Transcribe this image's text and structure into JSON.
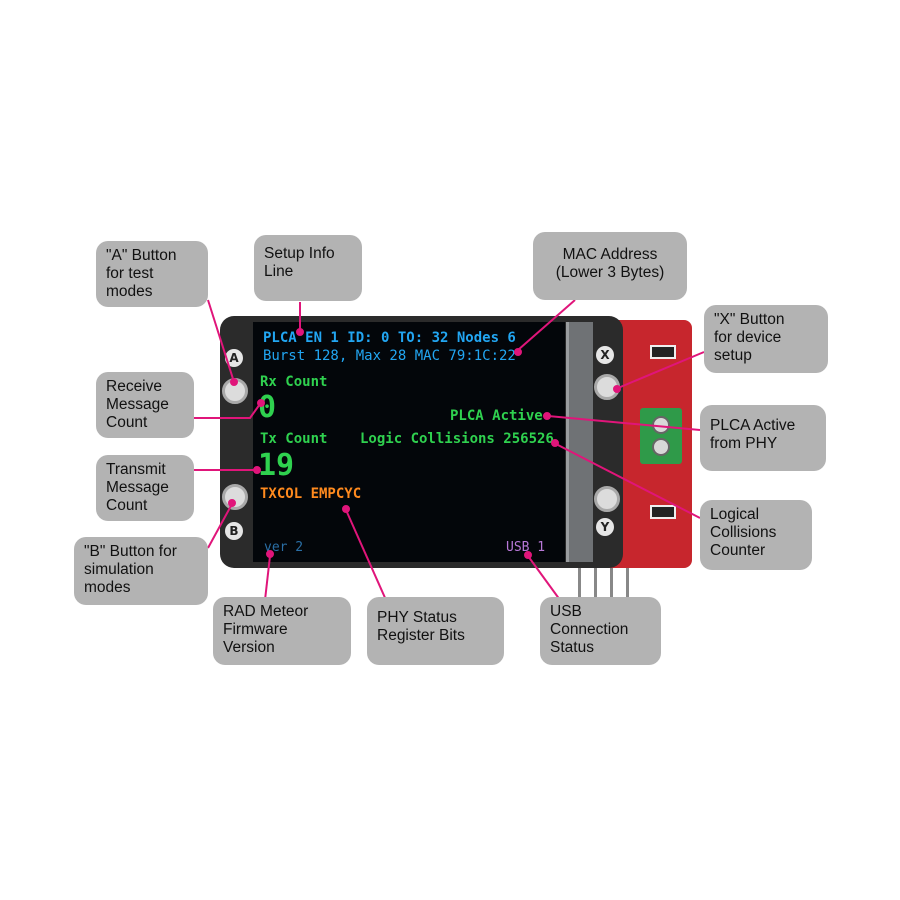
{
  "screen": {
    "line1": "PLCA EN 1  ID: 0  TO: 32 Nodes 6",
    "line2": "Burst 128, Max 28   MAC 79:1C:22",
    "rx_label": "Rx Count",
    "rx_value": "0",
    "plca_status": "PLCA Active",
    "tx_label": "Tx Count",
    "collisions": "Logic Collisions 256526",
    "tx_value": "19",
    "phy_bits": "TXCOL EMPCYC",
    "version": "ver 2",
    "usb": "USB 1"
  },
  "buttons": {
    "a": "A",
    "b": "B",
    "x": "X",
    "y": "Y"
  },
  "callouts": {
    "a_button": "\"A\" Button\nfor test\nmodes",
    "setup_info": "Setup Info\nLine",
    "mac_address": "MAC Address\n(Lower 3 Bytes)",
    "x_button": "\"X\" Button\nfor device\nsetup",
    "receive_count": "Receive\nMessage\nCount",
    "plca_active": "PLCA Active\nfrom PHY",
    "transmit_count": "Transmit\nMessage\nCount",
    "logical_collisions": "Logical\nCollisions\nCounter",
    "b_button": "\"B\" Button for\nsimulation\nmodes",
    "firmware": "RAD Meteor\nFirmware\nVersion",
    "phy_status": "PHY Status\nRegister Bits",
    "usb_status": "USB\nConnection\nStatus"
  },
  "colors": {
    "callout_bg": "#b3b3b3",
    "leader_line": "#e0157a",
    "screen_blue": "#22a6f2",
    "screen_green": "#2fd14f",
    "screen_orange": "#ff8a1e",
    "board_red": "#c7262d"
  }
}
